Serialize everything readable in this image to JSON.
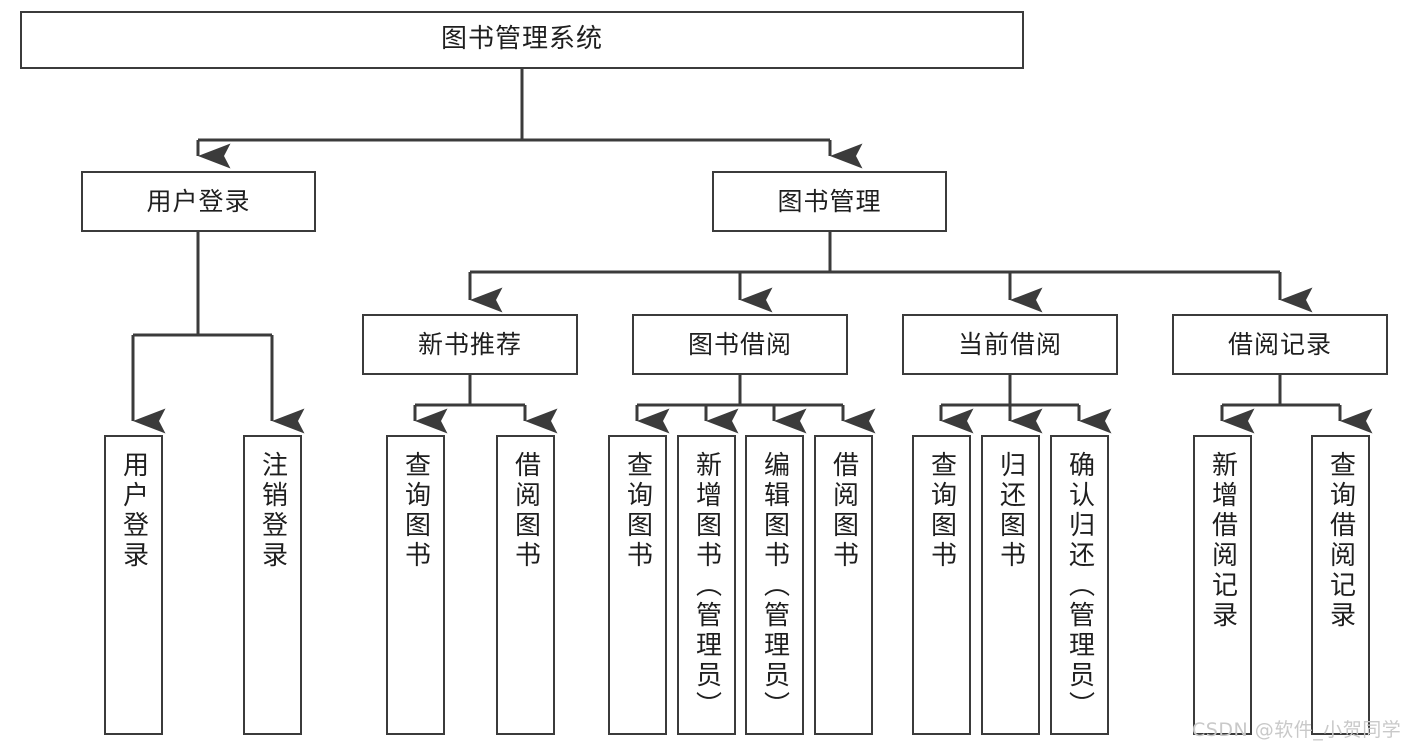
{
  "diagram": {
    "title": "图书管理系统",
    "root": {
      "id": "root",
      "label": "图书管理系统"
    },
    "level2": [
      {
        "id": "user-login",
        "label": "用户登录"
      },
      {
        "id": "book-manage",
        "label": "图书管理"
      }
    ],
    "level3": [
      {
        "id": "new-book-recommend",
        "label": "新书推荐"
      },
      {
        "id": "book-borrow",
        "label": "图书借阅"
      },
      {
        "id": "current-borrow",
        "label": "当前借阅"
      },
      {
        "id": "borrow-record",
        "label": "借阅记录"
      }
    ],
    "leaves": {
      "user_login": [
        {
          "id": "leaf-user-login",
          "label": "用户登录"
        },
        {
          "id": "leaf-user-logout",
          "label": "注销登录"
        }
      ],
      "new_book_recommend": [
        {
          "id": "leaf-query-book-1",
          "label": "查询图书"
        },
        {
          "id": "leaf-borrow-book-1",
          "label": "借阅图书"
        }
      ],
      "book_borrow": [
        {
          "id": "leaf-query-book-2",
          "label": "查询图书"
        },
        {
          "id": "leaf-add-book",
          "label": "新增图书（管理员）"
        },
        {
          "id": "leaf-edit-book",
          "label": "编辑图书（管理员）"
        },
        {
          "id": "leaf-borrow-book-2",
          "label": "借阅图书"
        }
      ],
      "current_borrow": [
        {
          "id": "leaf-query-book-3",
          "label": "查询图书"
        },
        {
          "id": "leaf-return-book",
          "label": "归还图书"
        },
        {
          "id": "leaf-confirm-return",
          "label": "确认归还（管理员）"
        }
      ],
      "borrow_record": [
        {
          "id": "leaf-add-record",
          "label": "新增借阅记录"
        },
        {
          "id": "leaf-query-record",
          "label": "查询借阅记录"
        }
      ]
    }
  },
  "watermark": {
    "text": "CSDN @软件_小贺同学"
  },
  "colors": {
    "box_border": "#3b3b3b",
    "box_fill": "#ffffff",
    "edge": "#3b3b3b",
    "text": "#1f1f1f",
    "watermark": "#c9c9c9",
    "background": "#ffffff"
  }
}
